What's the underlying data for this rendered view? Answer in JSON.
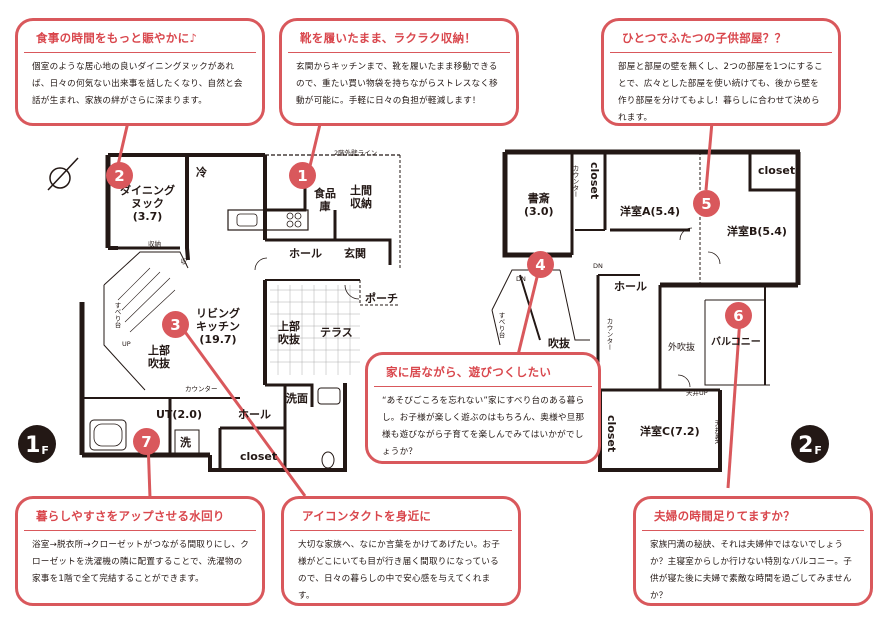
{
  "callouts": [
    {
      "num": "2",
      "title": "食事の時間をもっと賑やかに♪",
      "body": "個室のような居心地の良いダイニングヌックがあれば、日々の何気ない出来事を話したくなり、自然と会話が生まれ、家族の絆がさらに深まります。"
    },
    {
      "num": "1",
      "title": "靴を履いたまま、ラクラク収納！",
      "body": "玄関からキッチンまで、靴を履いたまま移動できるので、重たい買い物袋を持ちながらストレスなく移動が可能に。手軽に日々の負担が軽減します！"
    },
    {
      "num": "5",
      "title": "ひとつでふたつの子供部屋？？",
      "body": "部屋と部屋の壁を無くし、2つの部屋を1つにすることで、広々とした部屋を使い続けても、後から壁を作り部屋を分けてもよし！暮らしに合わせて決められます。"
    },
    {
      "num": "4",
      "title": "家に居ながら、遊びつくしたい",
      "body": "“あそびごころを忘れない”家にすべり台のある暮らし。お子様が楽しく遊ぶのはもちろん、奥様や旦那様も遊びながら子育てを楽しんでみてはいかがでしょうか？"
    },
    {
      "num": "7",
      "title": "暮らしやすさをアップさせる水回り",
      "body": "浴室→脱衣所→クローゼットがつながる間取りにし、クローゼットを洗濯機の隣に配置することで、洗濯物の家事を1階で全て完結することができます。"
    },
    {
      "num": "3",
      "title": "アイコンタクトを身近に",
      "body": "大切な家族へ、なにか言葉をかけてあげたい。お子様がどこにいても目が行き届く間取りになっているので、日々の暮らしの中で安心感を与えてくれます。"
    },
    {
      "num": "6",
      "title": "夫婦の時間足りてますか？",
      "body": "家族円満の秘訣、それは夫婦仲ではないでしょうか？主寝室からしか行けない特別なバルコニー。子供が寝た後に夫婦で素敵な時間を過ごしてみませんか？"
    }
  ],
  "floor1": {
    "badge": "1",
    "badge_suffix": "F",
    "rooms": {
      "dining": "ダイニング",
      "dining2": "ヌック",
      "dining_size": "(3.7)",
      "fridge": "冷",
      "pantry1": "食品",
      "pantry2": "庫",
      "doma1": "土間",
      "doma2": "収納",
      "hall": "ホール",
      "genkan": "玄関",
      "porch": "ポーチ",
      "living1": "リビング",
      "living2": "キッチン",
      "living_size": "(19.7)",
      "fukinuke_up1": "上部",
      "fukinuke_up2": "吹抜",
      "fukinuke_up1b": "上部",
      "fukinuke_up2b": "吹抜",
      "terrace": "テラス",
      "counter": "カウンター",
      "ut": "UT(2.0)",
      "sen": "洗",
      "hall2": "ホール",
      "washroom": "洗面",
      "closet": "closet",
      "up": "UP",
      "slide": "すべり台",
      "shelf": "収納",
      "line": "2階外壁ライン",
      "shoe": "収"
    }
  },
  "floor2": {
    "badge": "2",
    "badge_suffix": "F",
    "rooms": {
      "study1": "書斎",
      "study2": "(3.0)",
      "counter": "カウンター",
      "closet_a": "closet",
      "room_a": "洋室A(5.4)",
      "room_b": "洋室B(5.4)",
      "closet_b": "closet",
      "dn": "DN",
      "dn2": "DN",
      "hall": "ホール",
      "fukinuke": "吹抜",
      "counter2": "カウンター",
      "ext_fukinuke": "外吹抜",
      "balcony": "バルコニー",
      "tenjo_up": "天井UP",
      "room_c": "洋室C(7.2)",
      "closet_c": "closet",
      "slide": "すべり台",
      "tenjo_ura": "天井裏R"
    }
  }
}
